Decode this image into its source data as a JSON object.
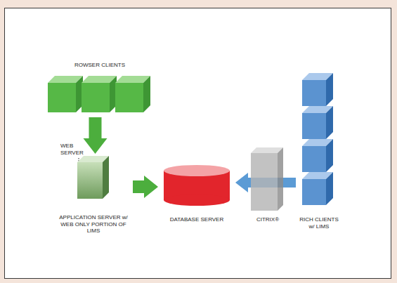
{
  "diagram": {
    "nodes": [
      {
        "text": [
          "ROWSER CLIENTS"
        ]
      },
      {
        "text": [
          "APPLICATION SERVER w/ WEB ONLY PORTION OF LIMS"
        ]
      },
      {
        "text": [
          "DATABASE SERVER"
        ]
      },
      {
        "text": [
          "CITRIX®"
        ]
      },
      {
        "text": [
          "RICH CLIENTS w/ LIMS"
        ]
      }
    ],
    "edges": [
      {
        "from": 0,
        "to": 1,
        "arrow": "to"
      },
      {
        "from": 1,
        "to": 2,
        "arrow": "to"
      },
      {
        "from": 4,
        "to": 2,
        "arrow": "to"
      }
    ],
    "labels": [
      "WEB SERVER"
    ]
  }
}
